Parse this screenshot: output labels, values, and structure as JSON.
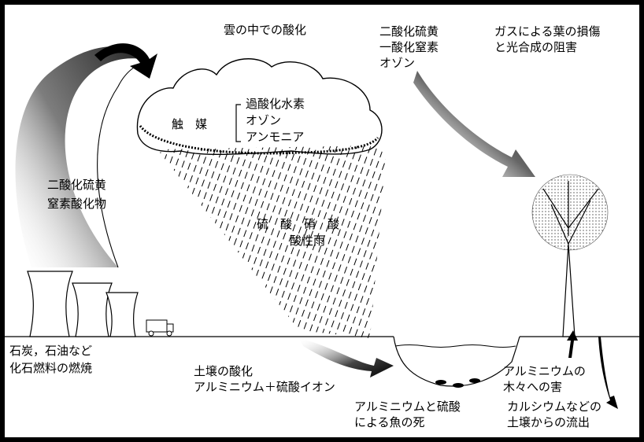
{
  "labels": {
    "cloud_oxidation": "雲の中での酸化",
    "gases_top": [
      "二酸化硫黄",
      "一酸化窒素",
      "オゾン"
    ],
    "leaf_damage": [
      "ガスによる葉の損傷",
      "と光合成の阻害"
    ],
    "catalyst_label": "触　媒",
    "catalysts": [
      "過酸化水素",
      "オゾン",
      "アンモニア"
    ],
    "emissions": [
      "二酸化硫黄",
      "窒素酸化物"
    ],
    "acids": "硫　酸　硝　酸",
    "acid_rain": "酸性雨",
    "fossil_fuel": [
      "石炭，石油など",
      "化石燃料の燃焼"
    ],
    "soil_acid": [
      "土壌の酸化",
      "アルミニウム＋硫酸イオン"
    ],
    "fish_death": [
      "アルミニウムと硫酸",
      "による魚の死"
    ],
    "tree_harm": [
      "アルミニウムの",
      "木々への害"
    ],
    "calcium_leach": [
      "カルシウムなどの",
      "土壌からの流出"
    ]
  }
}
